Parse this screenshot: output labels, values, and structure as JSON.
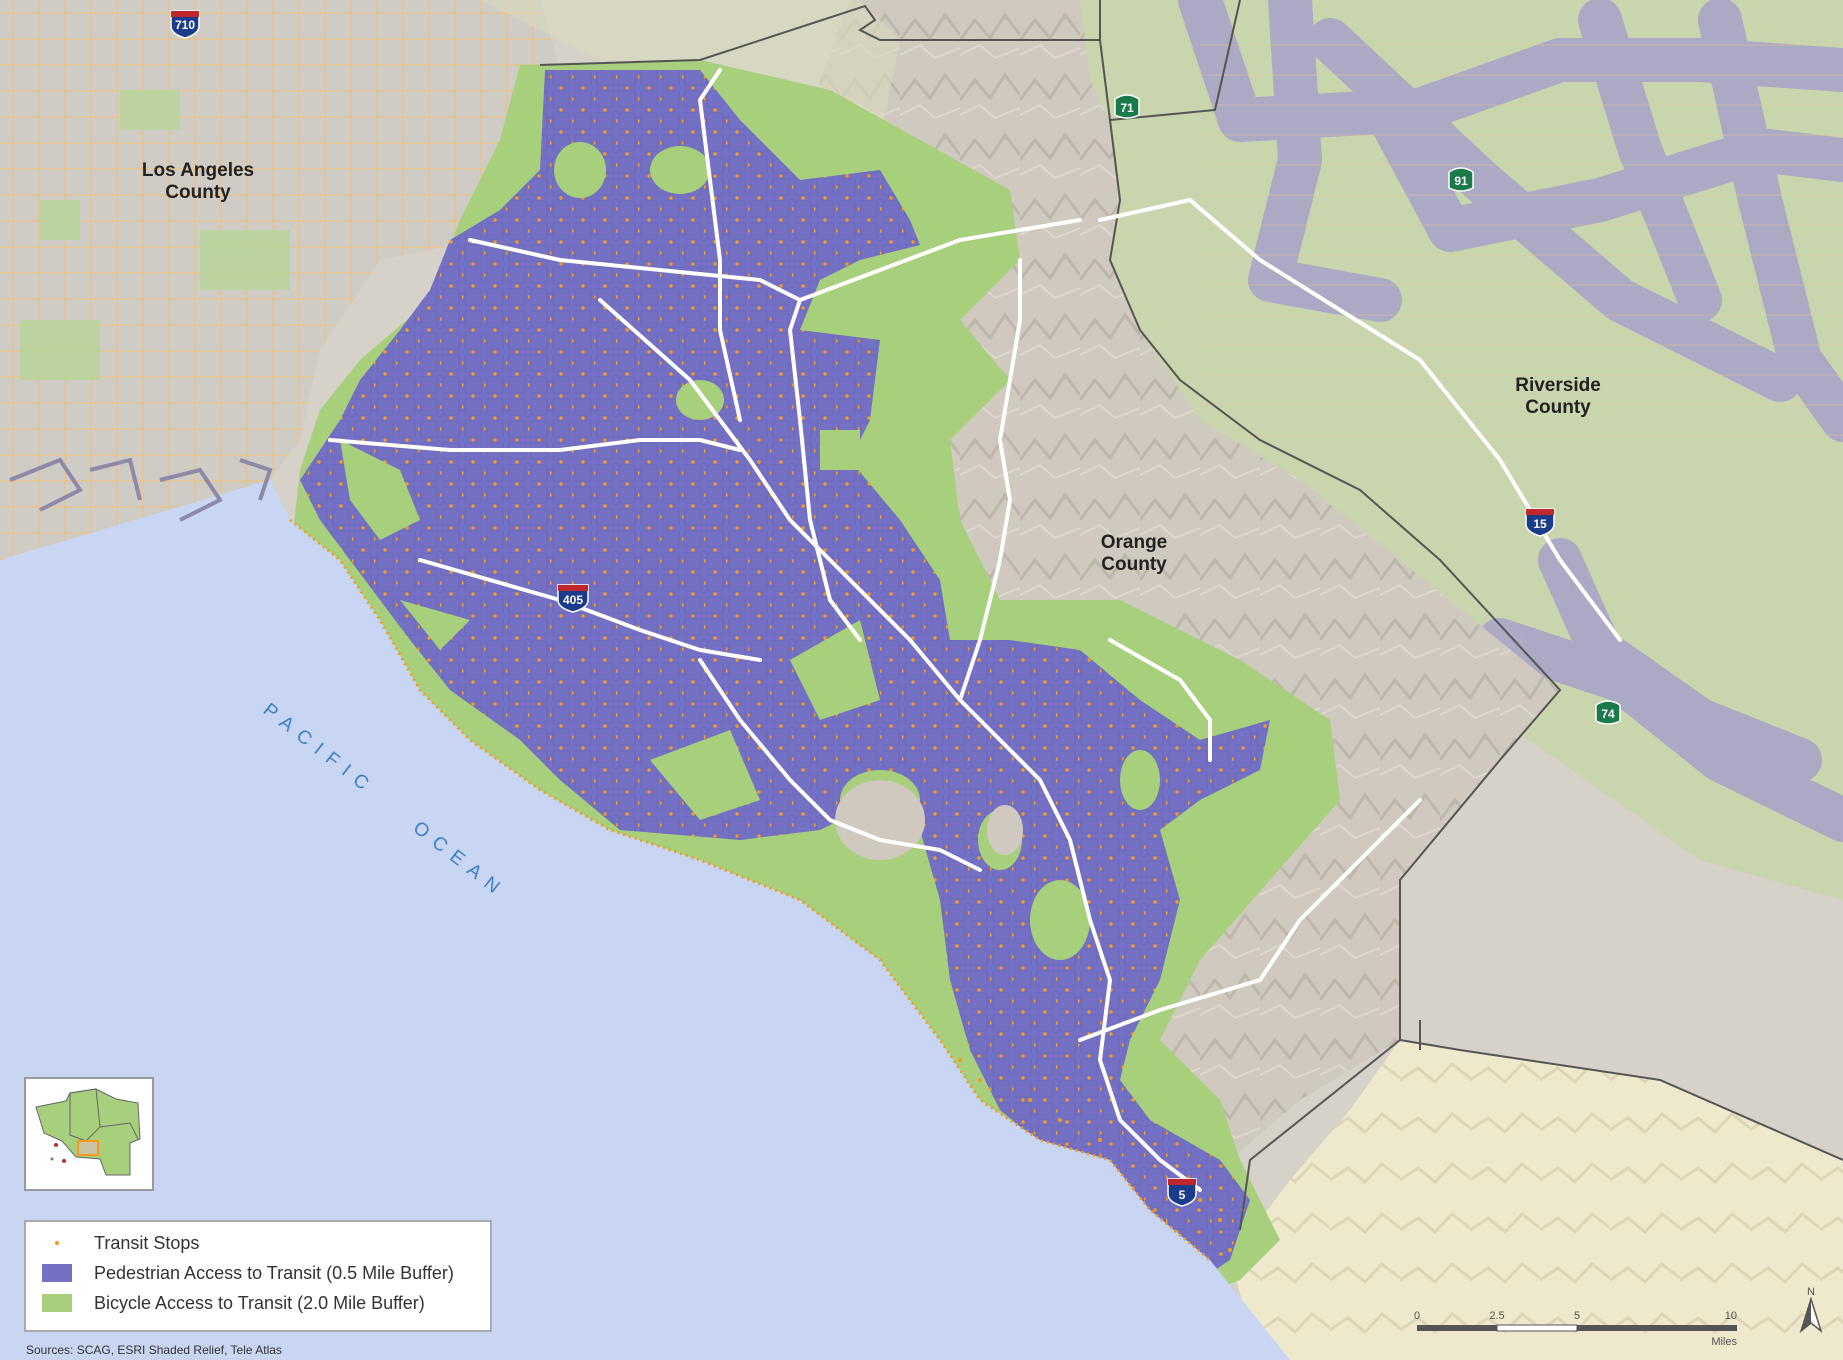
{
  "map": {
    "labels": {
      "la_county": [
        "Los Angeles",
        "County"
      ],
      "orange_county": [
        "Orange",
        "County"
      ],
      "riverside_county": [
        "Riverside",
        "County"
      ],
      "pacific": "PACIFIC",
      "ocean": "OCEAN"
    },
    "shields": [
      {
        "route": "710",
        "kind": "interstate"
      },
      {
        "route": "405",
        "kind": "interstate"
      },
      {
        "route": "5",
        "kind": "interstate"
      },
      {
        "route": "15",
        "kind": "interstate"
      },
      {
        "route": "71",
        "kind": "state"
      },
      {
        "route": "91",
        "kind": "state"
      },
      {
        "route": "74",
        "kind": "state"
      }
    ],
    "colors": {
      "ocean": "#c8d6f3",
      "pedestrian_buffer": "#7470c4",
      "bicycle_buffer": "#a7cf7c",
      "transit_stops": "#f39a1f",
      "hillshade": "#cdc6bc",
      "la_urban": "#c9c6c2",
      "riverside_buffer": "#a9a6c6",
      "san_diego": "#ece7c9",
      "freeway": "#ffffff"
    }
  },
  "legend": {
    "items": [
      {
        "label": "Transit Stops",
        "symbol": "dot",
        "color": "#f39a1f"
      },
      {
        "label": "Pedestrian Access to Transit (0.5 Mile Buffer)",
        "symbol": "box",
        "color": "#7470c4"
      },
      {
        "label": "Bicycle Access to Transit (2.0 Mile Buffer)",
        "symbol": "box",
        "color": "#a7cf7c"
      }
    ]
  },
  "sources": "Sources: SCAG, ESRI Shaded Relief, Tele Atlas",
  "scale_bar": {
    "ticks": [
      "0",
      "2.5",
      "5",
      "10"
    ],
    "unit": "Miles"
  },
  "north_arrow": "N"
}
